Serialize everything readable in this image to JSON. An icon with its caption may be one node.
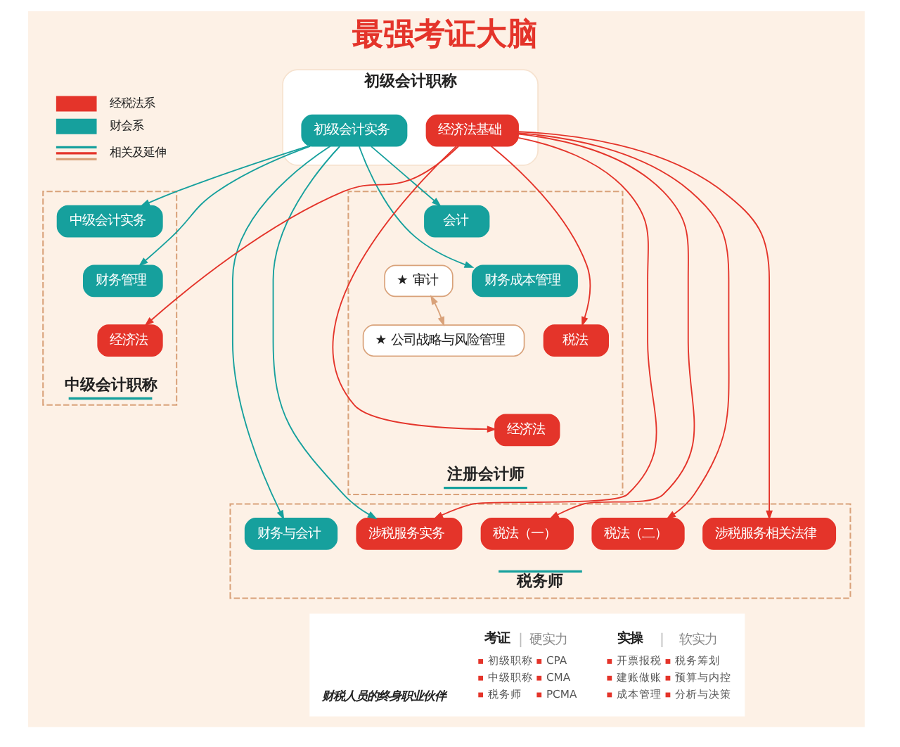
{
  "diagram": {
    "title": "最强考证大脑",
    "nodes": [
      {
        "text": [
          "中级会计职称"
        ]
      },
      {
        "text": [
          "中级会计实务"
        ],
        "in": 0
      },
      {
        "text": [
          "财务管理"
        ],
        "in": 0
      },
      {
        "text": [
          "经济法"
        ],
        "in": 0
      },
      {
        "text": [
          "初级会计职称"
        ]
      },
      {
        "text": [
          "初级会计实务"
        ],
        "in": 4
      },
      {
        "text": [
          "经济法基础"
        ],
        "in": 4
      },
      {
        "text": [
          "注册会计师"
        ]
      },
      {
        "text": [
          "会计"
        ],
        "in": 7
      },
      {
        "text": [
          "财务成本管理"
        ],
        "in": 7
      },
      {
        "text": [
          "★ 审计"
        ],
        "in": 7
      },
      {
        "text": [
          "税法"
        ],
        "in": 7
      },
      {
        "text": [
          "★ 公司战略与风险管理"
        ],
        "in": 7
      },
      {
        "text": [
          "经济法"
        ],
        "in": 7
      },
      {
        "text": [
          "税务师"
        ]
      },
      {
        "text": [
          "财务与会计"
        ],
        "in": 14
      },
      {
        "text": [
          "涉税服务实务"
        ],
        "in": 14
      },
      {
        "text": [
          "税法（一）"
        ],
        "in": 14
      },
      {
        "text": [
          "税法（二）"
        ],
        "in": 14
      },
      {
        "text": [
          "涉税服务相关法律"
        ],
        "in": 14
      }
    ],
    "edges": [
      {
        "from": 5,
        "to": 1,
        "arrow": "to",
        "color": "#16a09d"
      },
      {
        "from": 5,
        "to": 2,
        "arrow": "to",
        "color": "#16a09d"
      },
      {
        "from": 5,
        "to": 8,
        "arrow": "to",
        "color": "#16a09d"
      },
      {
        "from": 5,
        "to": 9,
        "arrow": "to",
        "color": "#16a09d"
      },
      {
        "from": 5,
        "to": 15,
        "arrow": "to",
        "color": "#16a09d"
      },
      {
        "from": 5,
        "to": 16,
        "arrow": "to",
        "color": "#16a09d"
      },
      {
        "from": 6,
        "to": 3,
        "arrow": "to"
      },
      {
        "from": 6,
        "to": 11,
        "arrow": "to"
      },
      {
        "from": 6,
        "to": 13,
        "arrow": "to"
      },
      {
        "from": 6,
        "to": 16,
        "arrow": "to"
      },
      {
        "from": 6,
        "to": 17,
        "arrow": "to"
      },
      {
        "from": 6,
        "to": 18,
        "arrow": "to"
      },
      {
        "from": 6,
        "to": 19,
        "arrow": "to"
      },
      {
        "from": 10,
        "to": 12,
        "arrow": "both",
        "color": "#d9a27a"
      }
    ],
    "labels": [
      "财税人员的终身职业伙伴",
      "考证",
      "硬实力",
      "初级职称",
      "CPA",
      "中级职称",
      "CMA",
      "税务师",
      "PCMA",
      "实操",
      "软实力",
      "开票报税",
      "税务筹划",
      "建账做账",
      "预算与内控",
      "成本管理",
      "分析与决策"
    ],
    "legend": [
      {
        "text": "经税法系",
        "color": "#e4342a"
      },
      {
        "text": "财会系",
        "color": "#16a09d"
      },
      {
        "text": "相关及延伸"
      }
    ]
  }
}
